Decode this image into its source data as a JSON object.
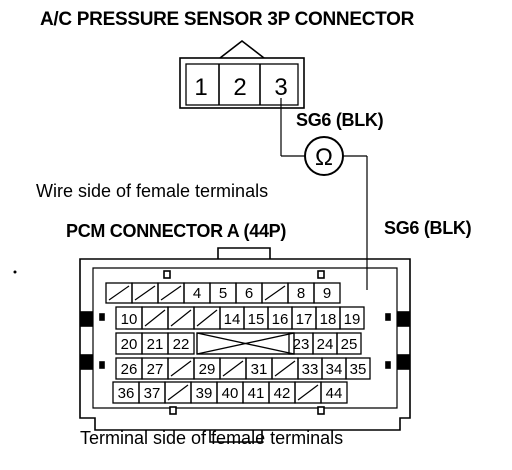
{
  "sensor_connector": {
    "title": "A/C PRESSURE SENSOR 3P CONNECTOR",
    "pins": [
      "1",
      "2",
      "3"
    ]
  },
  "ohmmeter": {
    "symbol": "Ω"
  },
  "wire_label_top": "SG6 (BLK)",
  "wire_label_right": "SG6 (BLK)",
  "wire_side_caption": "Wire side of female terminals",
  "pcm_connector": {
    "title": "PCM CONNECTOR A (44P)",
    "row1": [
      "",
      "",
      "",
      "4",
      "5",
      "6",
      "",
      "8",
      "9"
    ],
    "row2": [
      "10",
      "",
      "",
      "",
      "14",
      "15",
      "16",
      "17",
      "18",
      "19"
    ],
    "row3": [
      "20",
      "21",
      "22",
      "",
      "",
      "",
      "",
      "23",
      "24",
      "25"
    ],
    "row4": [
      "26",
      "27",
      "",
      "29",
      "",
      "31",
      "",
      "33",
      "34",
      "35"
    ],
    "row5": [
      "36",
      "37",
      "",
      "39",
      "40",
      "41",
      "42",
      "",
      "44"
    ]
  },
  "terminal_side_caption": "Terminal side of female terminals"
}
